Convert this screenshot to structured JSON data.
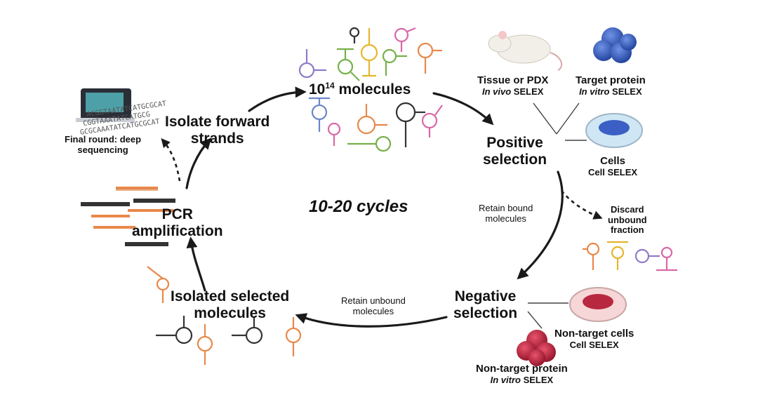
{
  "center_label": "10-20 cycles",
  "library": {
    "prefix": "10",
    "exponent": "14",
    "suffix": " molecules"
  },
  "positive_selection": {
    "line1": "Positive",
    "line2": "selection"
  },
  "negative_selection": {
    "line1": "Negative",
    "line2": "selection"
  },
  "pcr": {
    "line1": "PCR",
    "line2": "amplification"
  },
  "isolate_forward": {
    "line1": "Isolate forward",
    "line2": "strands"
  },
  "isolated_selected": {
    "line1": "Isolated selected",
    "line2": "molecules"
  },
  "final_round": {
    "line1": "Final round: deep",
    "line2": "sequencing"
  },
  "retain_bound": {
    "line1": "Retain bound",
    "line2": "molecules"
  },
  "retain_unbound": {
    "line1": "Retain unbound",
    "line2": "molecules"
  },
  "discard": {
    "line1": "Discard",
    "line2": "unbound",
    "line3": "fraction"
  },
  "targets": {
    "tissue": {
      "name": "Tissue or PDX",
      "method_italic": "In vivo",
      "method_rest": " SELEX"
    },
    "protein": {
      "name": "Target protein",
      "method_italic": "In vitro",
      "method_rest": " SELEX"
    },
    "cells": {
      "name": "Cells",
      "method": "Cell SELEX"
    },
    "nontarget_cells": {
      "name": "Non-target cells",
      "method": "Cell SELEX"
    },
    "nontarget_protein": {
      "name": "Non-target protein",
      "method_italic": "In vitro",
      "method_rest": " SELEX"
    }
  },
  "sequence_text": [
    "ACGGTAATATCATGCGCAT",
    "CGGTAAATATCATGCG",
    "GCGCAAATATCATGCGCAT"
  ],
  "colors": {
    "arrow": "#1a1a1a",
    "blue_aptamer": "#6b86c9",
    "orange_aptamer": "#e8884a",
    "green_aptamer": "#76b04a",
    "yellow_aptamer": "#e6b52b",
    "pink_aptamer": "#d868a8",
    "purple_aptamer": "#8f7bc7",
    "dark_aptamer": "#333333",
    "target_protein": "#2f54b8",
    "nontarget_protein": "#b3263f",
    "cell_dish_blue": "#cfe6f5",
    "cell_dish_red": "#f6d6d6"
  }
}
